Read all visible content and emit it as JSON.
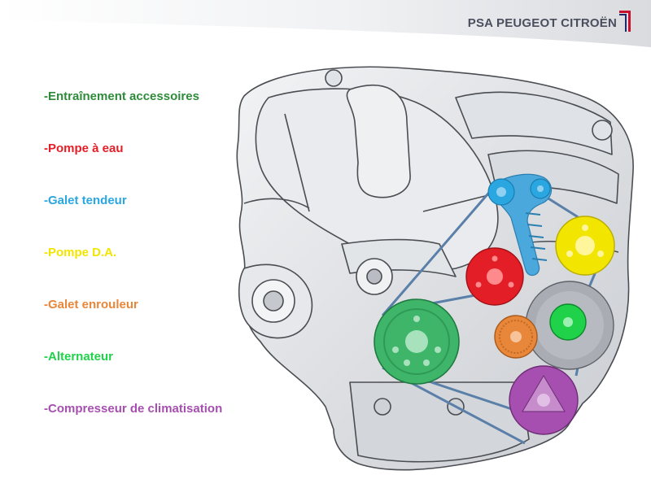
{
  "brand": {
    "name": "PSA PEUGEOT CITROËN",
    "accent_color": "#c8102e",
    "mark_color": "#1f2a6b"
  },
  "legend": {
    "items": [
      {
        "key": "accessory-drive",
        "label": "-Entraînement accessoires",
        "color": "#2e8b3a"
      },
      {
        "key": "water-pump",
        "label": "-Pompe à eau",
        "color": "#e41e26"
      },
      {
        "key": "tensioner-pulley",
        "label": "-Galet tendeur",
        "color": "#2aa7e0"
      },
      {
        "key": "power-steering-pump",
        "label": "-Pompe D.A.",
        "color": "#f2e500"
      },
      {
        "key": "idler-pulley",
        "label": "-Galet enrouleur",
        "color": "#e8873a"
      },
      {
        "key": "alternator",
        "label": "-Alternateur",
        "color": "#1fd24a"
      },
      {
        "key": "ac-compressor",
        "label": "-Compresseur de climatisation",
        "color": "#a64fb0"
      }
    ]
  },
  "diagram": {
    "belt_color": "#5a7fa8",
    "engine_fill": "#e4e6e9",
    "engine_stroke": "#4a4d52",
    "crankshaft_color": "#3fb56a"
  }
}
